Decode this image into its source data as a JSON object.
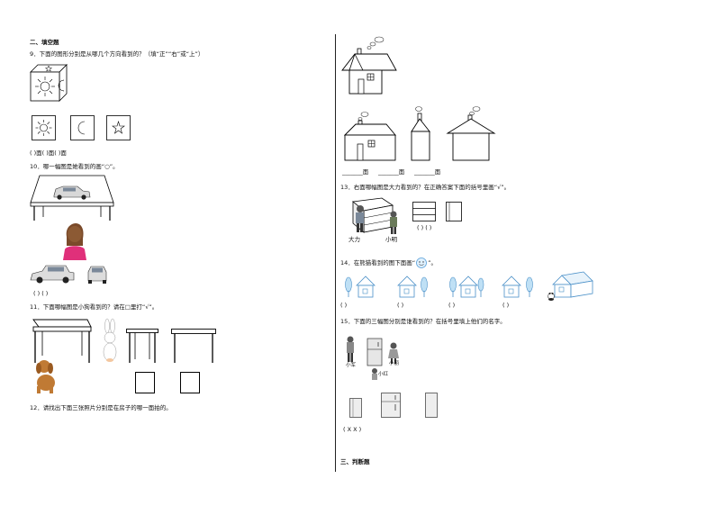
{
  "left": {
    "section_title": "二、填空题",
    "q9": {
      "text": "9．下面的图形分别是从哪几个方向看到的？（填“正”“右”或“上”）",
      "answer": "(        )面(        )面(        )面"
    },
    "q10": {
      "text": "10．哪一幅图是她看到的画“○”。",
      "answer": "(    )      (    )"
    },
    "q11": {
      "text": "11．下面哪幅图是小狗看到的？请在□里打“√”。"
    },
    "q12": {
      "text": "12．请找出下面三张照片分别是在房子的哪一面拍的。"
    }
  },
  "right": {
    "q12_blanks": [
      "_______面",
      "_______面",
      "_______面"
    ],
    "q13": {
      "text": "13．右面哪幅图是大力看到的？在正确答案下面的括号里画“√”。",
      "labels": [
        "大力",
        "小明"
      ],
      "answer": "(    )   (    )"
    },
    "q14": {
      "text": "14．在熊猫看到的图下面画“",
      "text_end": "”。",
      "answers": [
        "(        )",
        "(        )",
        "(        )",
        "(        )"
      ]
    },
    "q15": {
      "text": "15．下面的三幅图分别是谁看到的？在括号里填上他们的名字。",
      "labels": [
        "小军",
        "小丽",
        "小红"
      ],
      "answer": "(         X         X         )"
    },
    "section_title": "三、判断题"
  }
}
